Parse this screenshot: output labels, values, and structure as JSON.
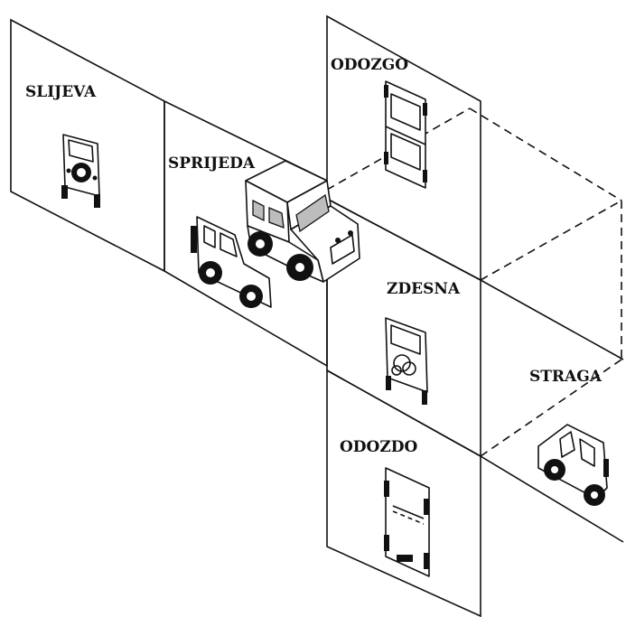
{
  "labels": {
    "left": "SLIJEVA",
    "front": "SPRIJEDA",
    "top": "ODOZGO",
    "right": "ZDESNA",
    "back": "STRAGA",
    "bottom": "ODOZDO"
  }
}
